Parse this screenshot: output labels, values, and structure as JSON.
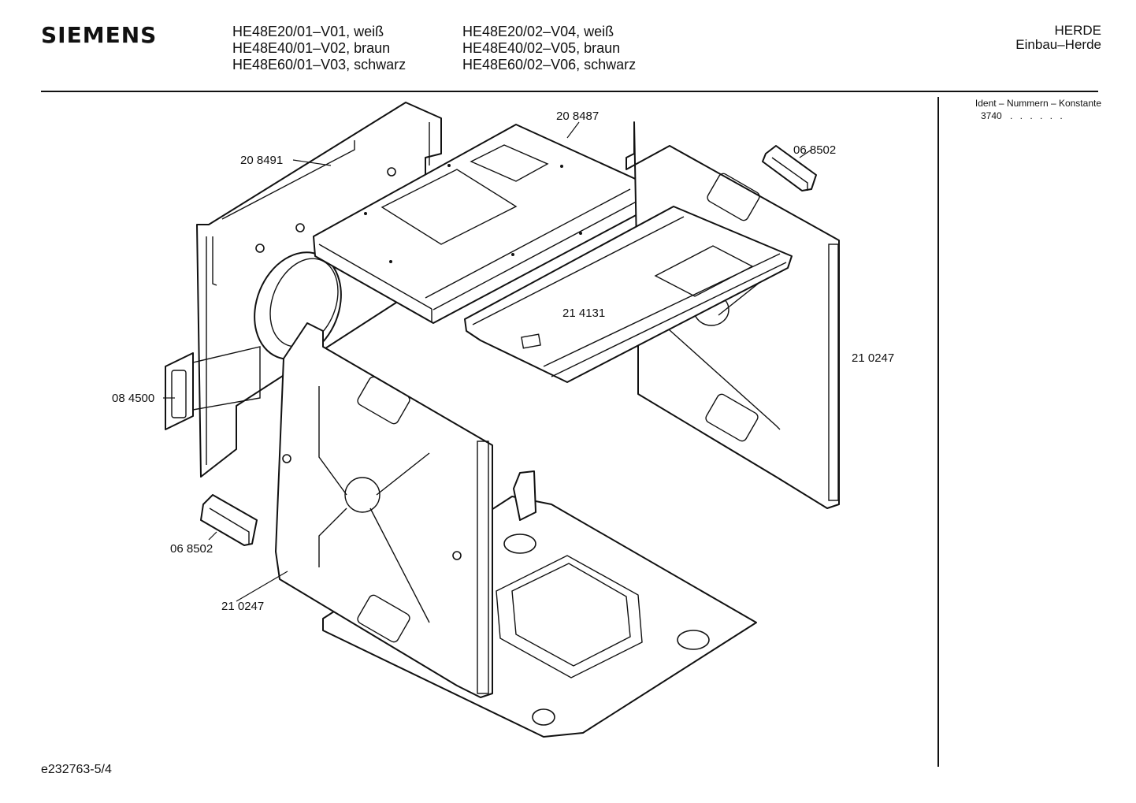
{
  "header": {
    "brand": "SIEMENS",
    "models_col1": [
      "HE48E20/01–V01, weiß",
      "HE48E40/01–V02, braun",
      "HE48E60/01–V03, schwarz"
    ],
    "models_col2": [
      "HE48E20/02–V04, weiß",
      "HE48E40/02–V05, braun",
      "HE48E60/02–V06, schwarz"
    ],
    "category": "HERDE",
    "subcategory": "Einbau–Herde"
  },
  "ident": {
    "title": "Ident – Nummern – Konstante",
    "value": "3740",
    "dots": ". . . . . ."
  },
  "footer": {
    "doc_ref": "e232763-5/4"
  },
  "diagram": {
    "labels": {
      "back_side_panel": "20 8491",
      "top_cover": "20 8487",
      "handle_top": "06 8502",
      "shelf_support": "21 4131",
      "right_side_panel": "21 0247",
      "connector": "08 4500",
      "handle_bottom": "06 8502",
      "left_side_panel": "21 0247"
    }
  }
}
